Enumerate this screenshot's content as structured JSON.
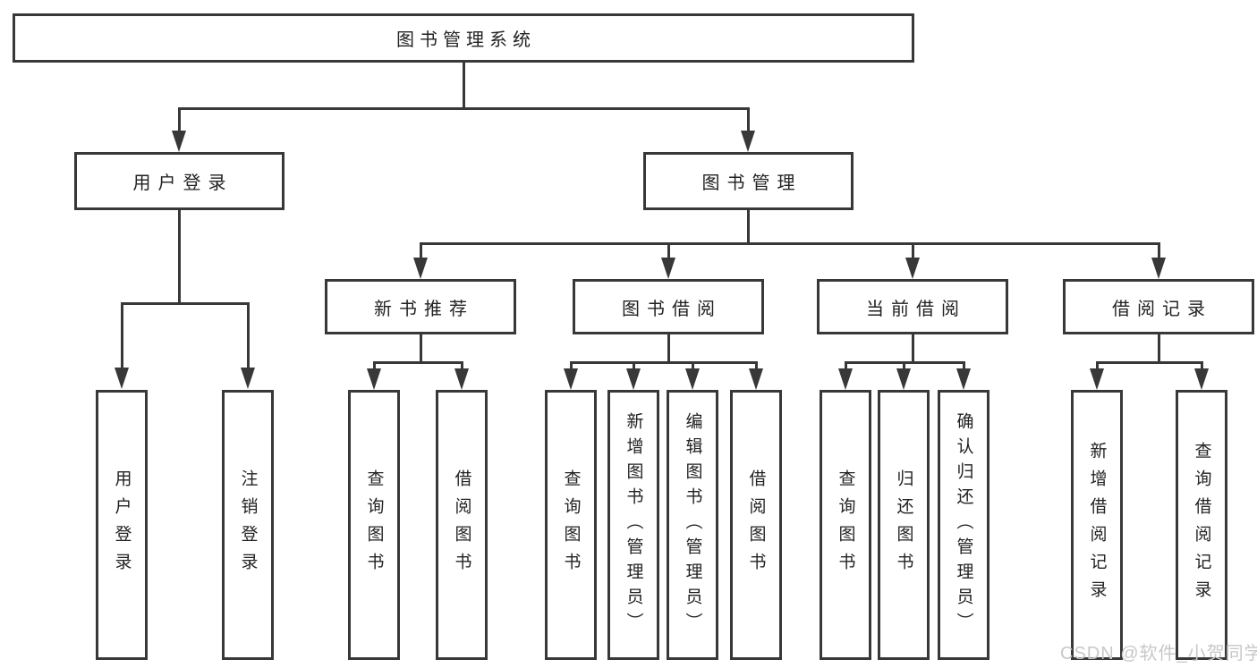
{
  "diagram": {
    "root": {
      "label": "图书管理系统"
    },
    "level2": [
      {
        "label": "用户登录"
      },
      {
        "label": "图书管理"
      }
    ],
    "level3": [
      {
        "label": "新书推荐",
        "parent": "图书管理"
      },
      {
        "label": "图书借阅",
        "parent": "图书管理"
      },
      {
        "label": "当前借阅",
        "parent": "图书管理"
      },
      {
        "label": "借阅记录",
        "parent": "图书管理"
      }
    ],
    "leaves": [
      {
        "label": "用户登录",
        "parent": "用户登录"
      },
      {
        "label": "注销登录",
        "parent": "用户登录"
      },
      {
        "label": "查询图书",
        "parent": "新书推荐"
      },
      {
        "label": "借阅图书",
        "parent": "新书推荐"
      },
      {
        "label": "查询图书",
        "parent": "图书借阅"
      },
      {
        "label": "新增图书（管理员）",
        "parent": "图书借阅"
      },
      {
        "label": "编辑图书（管理员）",
        "parent": "图书借阅"
      },
      {
        "label": "借阅图书",
        "parent": "图书借阅"
      },
      {
        "label": "查询图书",
        "parent": "当前借阅"
      },
      {
        "label": "归还图书",
        "parent": "当前借阅"
      },
      {
        "label": "确认归还（管理员）",
        "parent": "当前借阅"
      },
      {
        "label": "新增借阅记录",
        "parent": "借阅记录"
      },
      {
        "label": "查询借阅记录",
        "parent": "借阅记录"
      }
    ]
  },
  "watermark": {
    "text": "CSDN @软件_小贺同学"
  },
  "colors": {
    "line": "#383838",
    "text": "#222222",
    "watermark": "#c8c8c8",
    "background": "#ffffff"
  }
}
